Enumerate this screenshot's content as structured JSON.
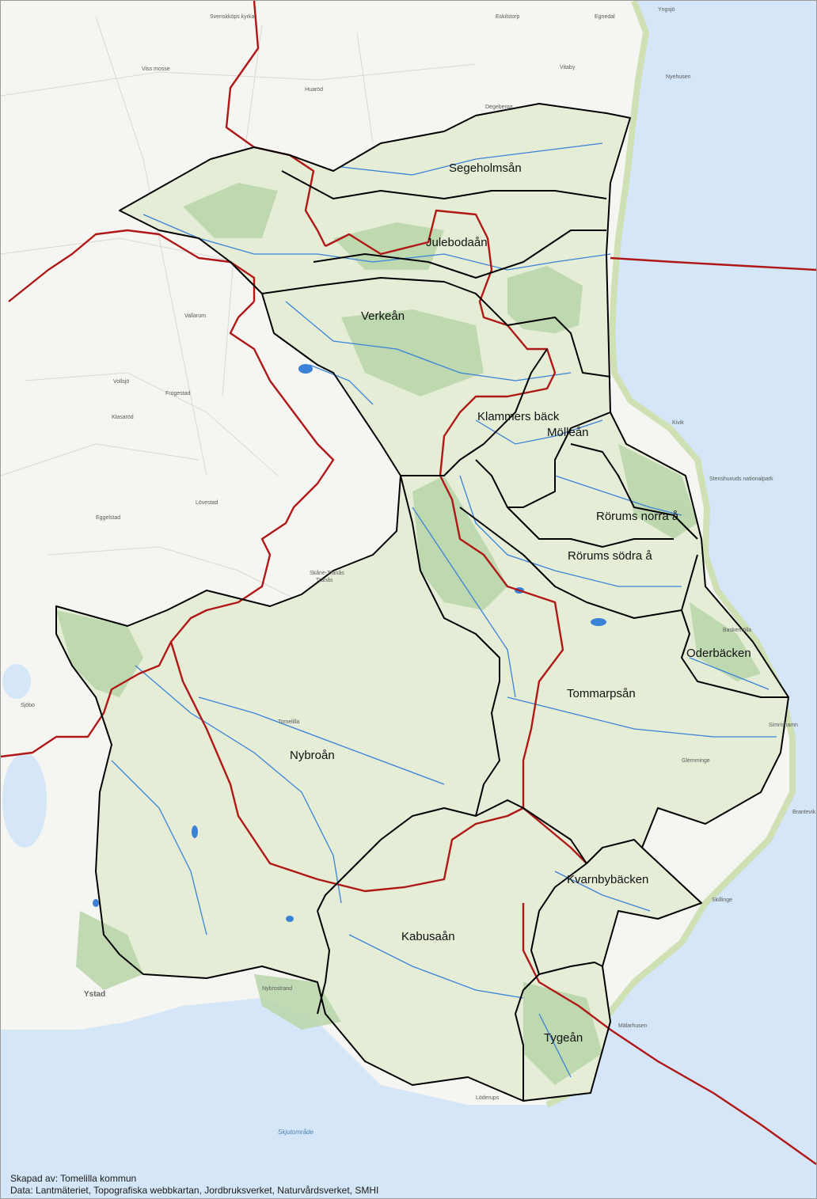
{
  "colors": {
    "sea": "#d4e6f7",
    "land": "#f5f5f1",
    "catchment_fill": "#e5edd7",
    "forest": "#b7d5a8",
    "boundary": "#000000",
    "municipal_border": "#b01818",
    "river": "#3a82d8"
  },
  "catchments": [
    "Segeholmsån",
    "Julebodaån",
    "Verkeån",
    "Klammers bäck",
    "Mölleån",
    "Rörums norra å",
    "Rörums södra å",
    "Oderbäcken",
    "Tommarpsån",
    "Nybroån",
    "Kvarnbybäcken",
    "Kabusaån",
    "Tygeån"
  ],
  "places": [
    "Svenskköps kyrka",
    "Eskilstorp",
    "Egnedal",
    "Yngsjö",
    "Vitaby",
    "Nyehusen",
    "Viss mosse",
    "Huaröd",
    "Degeberga",
    "Vallarum",
    "Vollsjö",
    "Klasaröd",
    "Frogestad",
    "Lövestad",
    "Eggelstad",
    "Kivik",
    "Stenshuvuds nationalpark",
    "Skåne-Tranås",
    "Tranås",
    "Tomelilla",
    "Simrishamn",
    "Brantevik",
    "Skillinge",
    "Ystad",
    "Nybrostrand",
    "Mälarhusen",
    "Löderups",
    "Skjutområde",
    "Sjöbo",
    "Baskemölla",
    "Glemminge"
  ],
  "credits": {
    "line1": "Skapad av: Tomelilla kommun",
    "line2": "Data: Lantmäteriet, Topografiska webbkartan, Jordbruksverket, Naturvårdsverket, SMHI"
  }
}
